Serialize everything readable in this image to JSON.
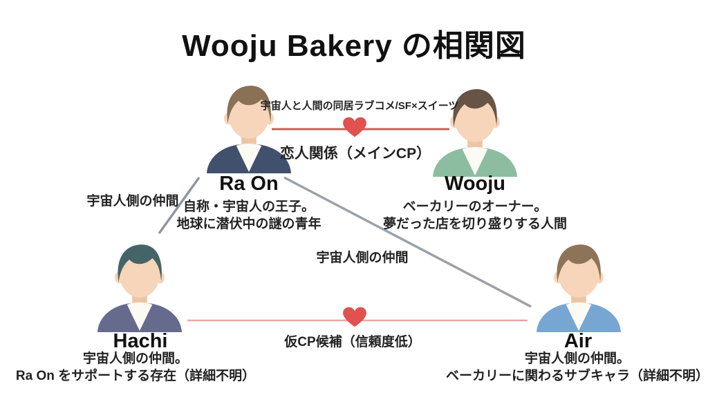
{
  "title": "Wooju Bakery の相関図",
  "characters": [
    {
      "name": "Ra On",
      "desc_lines": [
        "自称・宇宙人の王子。",
        "地球に潜伏中の謎の青年"
      ],
      "colors": {
        "hair": "#8a7055",
        "jacket": "#41506d",
        "shirt": "#fbfaf4",
        "skin": "#f6d5ba",
        "neck": "#edc5a5"
      }
    },
    {
      "name": "Wooju",
      "desc_lines": [
        "ベーカリーのオーナー。",
        "夢だった店を切り盛りする人間"
      ],
      "colors": {
        "hair": "#685347",
        "jacket": "#8dbda0",
        "shirt": "#fbfaf4",
        "skin": "#f6d5ba",
        "neck": "#edc5a5"
      }
    },
    {
      "name": "Hachi",
      "desc_lines": [
        "宇宙人側の仲間。",
        "Ra On をサポートする存在（詳細不明）"
      ],
      "colors": {
        "hair": "#456468",
        "jacket": "#666b8d",
        "shirt": "#fbfaf4",
        "skin": "#f6d5ba",
        "neck": "#edc5a5"
      }
    },
    {
      "name": "Air",
      "desc_lines": [
        "宇宙人側の仲間。",
        "ベーカリーに関わるサブキャラ（詳細不明）"
      ],
      "colors": {
        "hair": "#8d7458",
        "jacket": "#78a6d3",
        "shirt": "#fbfaf4",
        "skin": "#f6d5ba",
        "neck": "#edc5a5"
      }
    }
  ],
  "relations": {
    "main_couple": {
      "note": "宇宙人と人間の同居ラブコメ/SF×スイーツ",
      "label": "恋人関係（メインCP）",
      "line_color": "#d95858",
      "heart_color": "#e0514f"
    },
    "raon_hachi": {
      "label": "宇宙人側の仲間",
      "line_color": "#8f969e"
    },
    "raon_air": {
      "label": "宇宙人側の仲間",
      "line_color": "#9aa1a8"
    },
    "tentative_couple": {
      "label": "仮CP候補（信頼度低）",
      "line_color": "#e8a7a3",
      "heart_color": "#e0514f"
    }
  }
}
